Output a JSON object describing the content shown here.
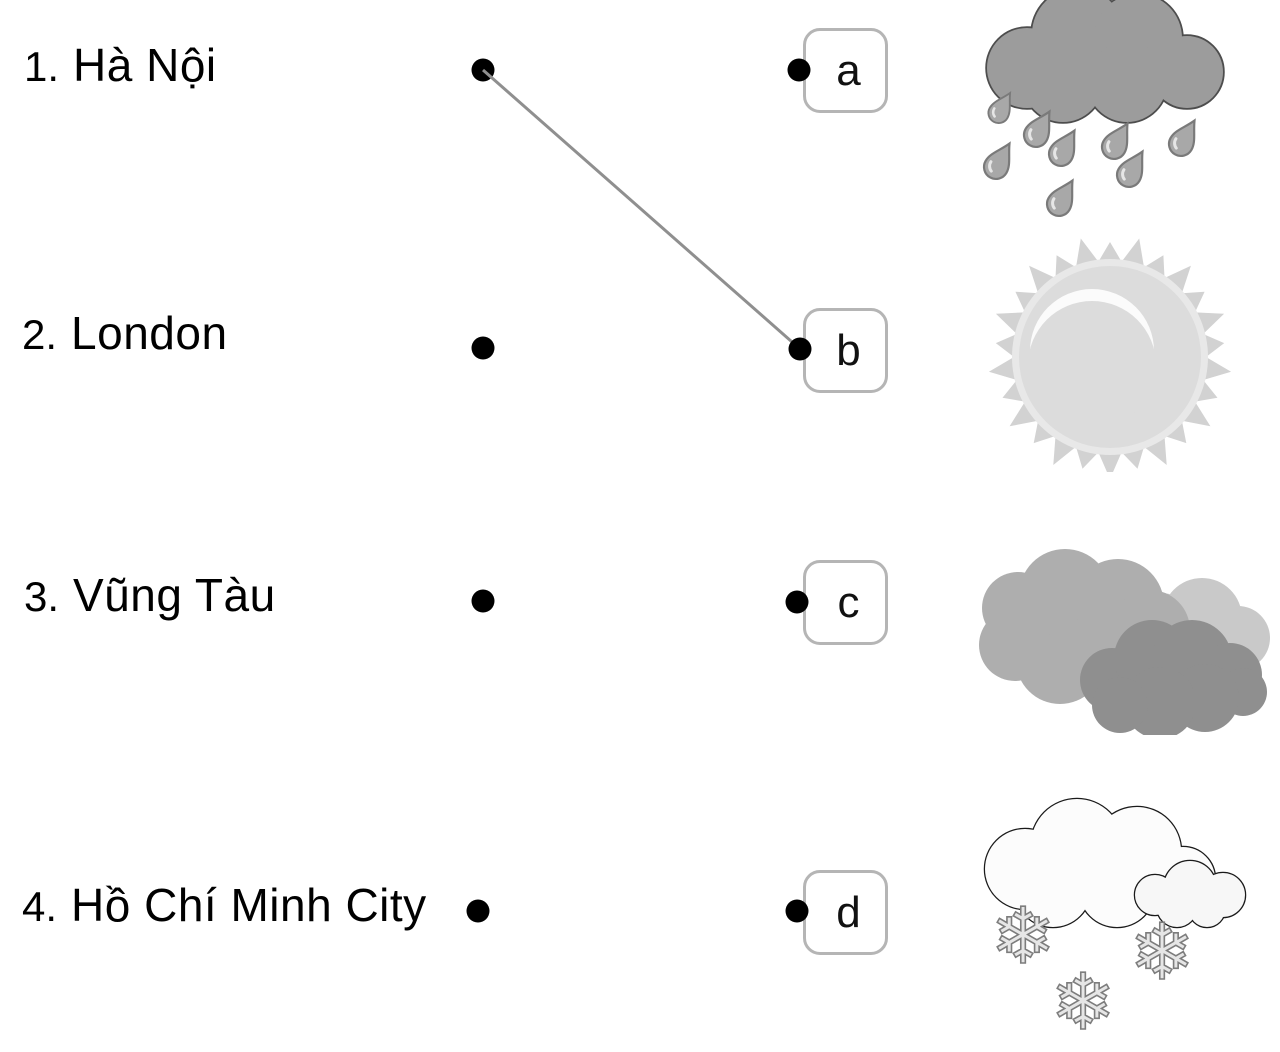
{
  "worksheet": {
    "items": [
      {
        "number": "1.",
        "name": "Hà Nội"
      },
      {
        "number": "2.",
        "name": "London"
      },
      {
        "number": "3.",
        "name": "Vũng Tàu"
      },
      {
        "number": "4.",
        "name": "Hồ Chí Minh City"
      }
    ],
    "options": [
      {
        "letter": "a",
        "icon": "rain-cloud-icon"
      },
      {
        "letter": "b",
        "icon": "sun-icon"
      },
      {
        "letter": "c",
        "icon": "clouds-icon"
      },
      {
        "letter": "d",
        "icon": "snow-clouds-icon"
      }
    ],
    "connections": [
      {
        "from_item": "1",
        "to_option": "b"
      }
    ],
    "colors": {
      "text": "#000000",
      "dot": "#000000",
      "connection_line": "#8f8f8f",
      "box_border": "#b5b5b5",
      "rain_cloud_fill": "#9c9c9c",
      "rain_cloud_outline": "#4d4d4d",
      "sun_fill": "#dcdcdc",
      "cloud_light": "#c9c9c9",
      "cloud_medium": "#aeaeae",
      "cloud_dark": "#8f8f8f",
      "snow_cloud_fill": "#fcfcfc",
      "snowflake_fill": "#e6e6e6"
    }
  },
  "icons": {
    "snowflake_glyph": "❄"
  }
}
